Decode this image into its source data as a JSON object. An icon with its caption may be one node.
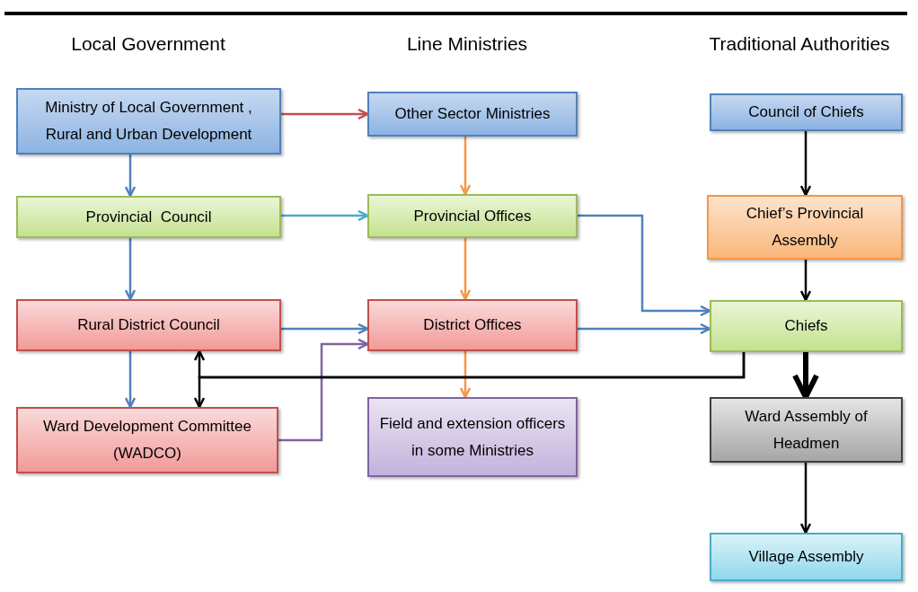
{
  "diagram": {
    "nodes": [
      {
        "text": [
          "Ministry of Local Government , Rural and Urban Development"
        ]
      },
      {
        "text": [
          "Other Sector Ministries"
        ]
      },
      {
        "text": [
          "Council of Chiefs"
        ]
      },
      {
        "text": [
          "Provincial  Council"
        ]
      },
      {
        "text": [
          "Provincial Offices"
        ]
      },
      {
        "text": [
          "Chief’s Provincial Assembly"
        ]
      },
      {
        "text": [
          "Rural District Council"
        ]
      },
      {
        "text": [
          "District Offices"
        ]
      },
      {
        "text": [
          "Chiefs"
        ]
      },
      {
        "text": [
          "Ward Development Committee (WADCO)"
        ]
      },
      {
        "text": [
          "Field and extension officers in some Ministries"
        ]
      },
      {
        "text": [
          "Ward Assembly of Headmen"
        ]
      },
      {
        "text": [
          "Village Assembly"
        ]
      }
    ],
    "edges": [
      {
        "from": 0,
        "to": 1,
        "arrow": "to",
        "color": "#c0504d"
      },
      {
        "from": 0,
        "to": 3,
        "arrow": "to",
        "color": "#4f81bd"
      },
      {
        "from": 1,
        "to": 4,
        "arrow": "to",
        "color": "#f79646"
      },
      {
        "from": 3,
        "to": 4,
        "arrow": "to",
        "color": "#4bacc6"
      },
      {
        "from": 3,
        "to": 6,
        "arrow": "to",
        "color": "#4f81bd"
      },
      {
        "from": 4,
        "to": 7,
        "arrow": "to",
        "color": "#f79646"
      },
      {
        "from": 4,
        "to": 8,
        "arrow": "to",
        "color": "#4f81bd"
      },
      {
        "from": 6,
        "to": 7,
        "arrow": "to",
        "color": "#4f81bd"
      },
      {
        "from": 6,
        "to": 9,
        "arrow": "to",
        "color": "#4f81bd"
      },
      {
        "from": 9,
        "to": 7,
        "arrow": "to",
        "color": "#8064a2"
      },
      {
        "from": 7,
        "to": 10,
        "arrow": "to",
        "color": "#f79646"
      },
      {
        "from": 7,
        "to": 8,
        "arrow": "to",
        "color": "#4f81bd"
      },
      {
        "from": 2,
        "to": 5,
        "arrow": "to",
        "color": "#000000"
      },
      {
        "from": 5,
        "to": 8,
        "arrow": "to",
        "color": "#000000"
      },
      {
        "from": 8,
        "to": 11,
        "arrow": "to",
        "style": "thick",
        "color": "#000000"
      },
      {
        "from": 11,
        "to": 12,
        "arrow": "to",
        "color": "#000000"
      },
      {
        "from": 8,
        "to": 6,
        "arrow": "to",
        "color": "#000000"
      },
      {
        "from": 8,
        "to": 9,
        "arrow": "to",
        "color": "#000000"
      }
    ],
    "labels": [
      "Local Government",
      "Line Ministries",
      "Traditional Authorities"
    ]
  }
}
